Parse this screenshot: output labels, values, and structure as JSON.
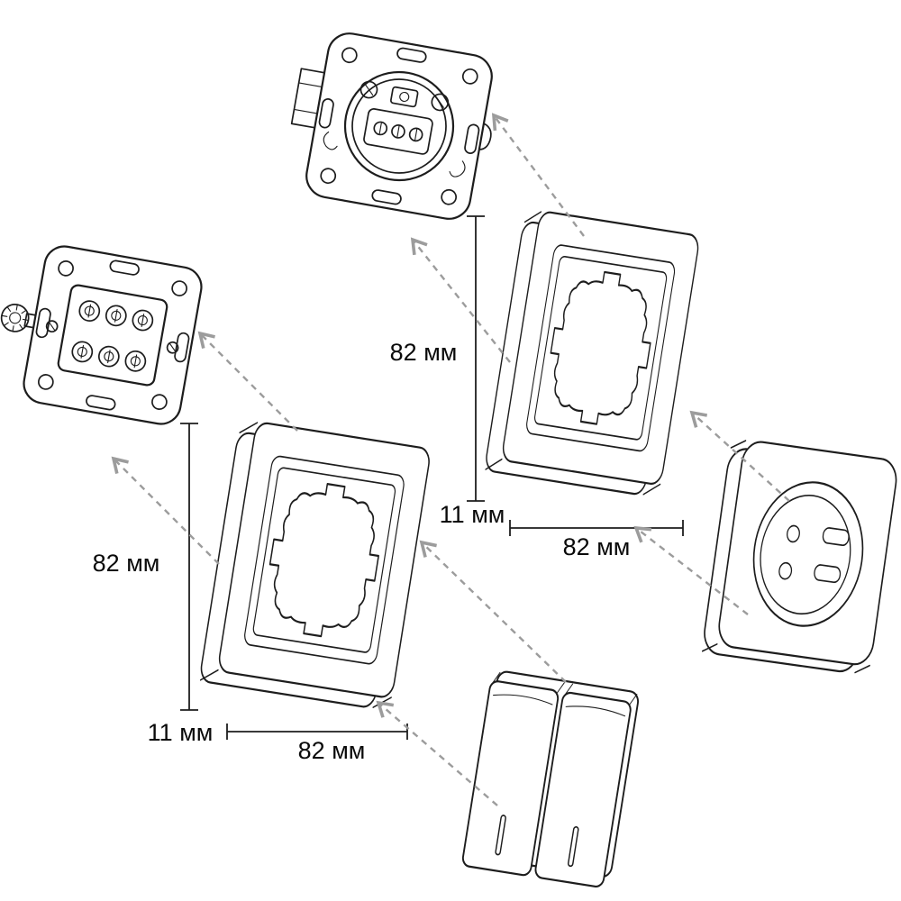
{
  "diagram": {
    "type": "assembly-diagram",
    "dimension_labels": {
      "top_frame_height": "82 мм",
      "top_frame_depth": "11 мм",
      "top_frame_width": "82 мм",
      "bottom_frame_height": "82 мм",
      "bottom_frame_depth": "11 мм",
      "bottom_frame_width": "82 мм"
    },
    "parts": {
      "socket_mechanism": "socket-mechanism",
      "switch_mechanism": "switch-mechanism",
      "frame_top": "single-frame",
      "frame_bottom": "single-frame",
      "socket_faceplate": "socket-faceplate",
      "switch_keys": "two-gang-switch-keys"
    },
    "colors": {
      "line": "#1d1d1d",
      "arrow": "#9c9c9c",
      "text": "#0a0a0a",
      "background": "#ffffff"
    }
  }
}
